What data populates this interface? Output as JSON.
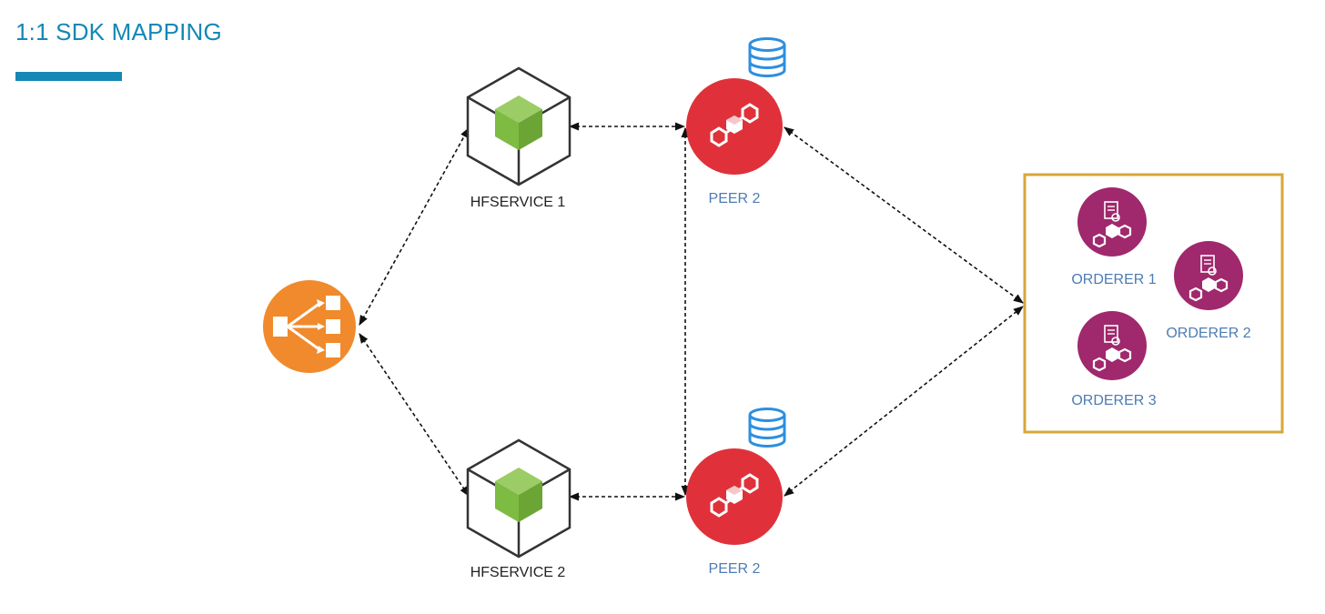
{
  "title": "1:1 SDK MAPPING",
  "nodes": {
    "hfservice1": {
      "label": "HFSERVICE 1",
      "icon": "nodejs-cube-icon"
    },
    "hfservice2": {
      "label": "HFSERVICE 2",
      "icon": "nodejs-cube-icon"
    },
    "peer_top": {
      "label": "PEER 2",
      "icon": "peer-node-icon",
      "db_icon": "database-icon"
    },
    "peer_bottom": {
      "label": "PEER 2",
      "icon": "peer-node-icon",
      "db_icon": "database-icon"
    },
    "load_balancer": {
      "icon": "load-balancer-icon"
    },
    "orderer1": {
      "label": "ORDERER 1",
      "icon": "orderer-icon"
    },
    "orderer2": {
      "label": "ORDERER 2",
      "icon": "orderer-icon"
    },
    "orderer3": {
      "label": "ORDERER 3",
      "icon": "orderer-icon"
    }
  },
  "colors": {
    "title": "#1588b5",
    "peer": "#e0313a",
    "orderer": "#a0286d",
    "load_balancer": "#f08a2c",
    "cube": "#7dbb42",
    "orderer_group_border": "#d6a739",
    "database": "#2d8fe0"
  }
}
